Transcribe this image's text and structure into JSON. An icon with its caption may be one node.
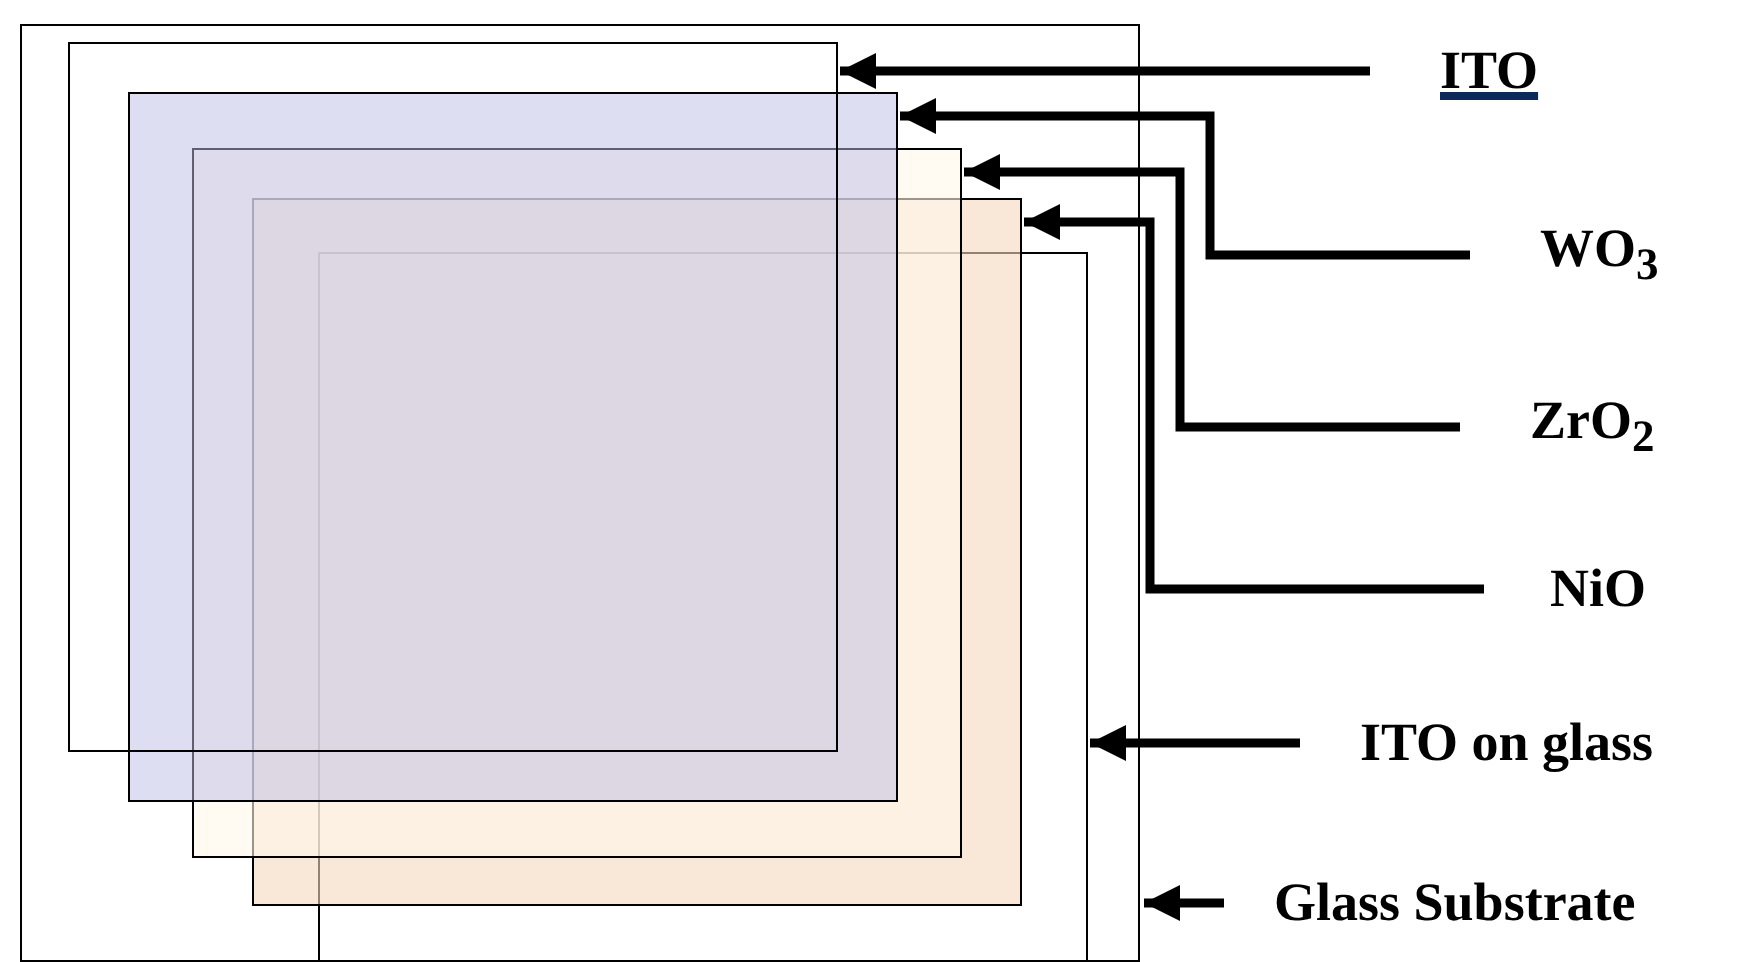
{
  "diagram": {
    "nodes": [
      {
        "text": [],
        "shape": "box"
      },
      {
        "text": [],
        "shape": "box",
        "in": 0
      },
      {
        "text": [],
        "shape": "box",
        "in": 0
      },
      {
        "text": [],
        "shape": "box",
        "in": 0
      },
      {
        "text": [],
        "shape": "box",
        "in": 0
      },
      {
        "text": [],
        "shape": "box",
        "in": 0
      },
      {
        "text": [
          "ITO"
        ]
      },
      {
        "text": [
          "WO$_{3}$"
        ]
      },
      {
        "text": [
          "ZrO$_{2}$"
        ]
      },
      {
        "text": [
          "NiO"
        ]
      },
      {
        "text": [
          "ITO on glass"
        ]
      },
      {
        "text": [
          "Glass Substrate"
        ]
      }
    ],
    "edges": [
      {
        "from": 6,
        "to": 1,
        "arrow": "to"
      },
      {
        "from": 7,
        "to": 2,
        "arrow": "to"
      },
      {
        "from": 8,
        "to": 3,
        "arrow": "to"
      },
      {
        "from": 9,
        "to": 4,
        "arrow": "to"
      },
      {
        "from": 10,
        "to": 5,
        "arrow": "to"
      },
      {
        "from": 11,
        "to": 0,
        "arrow": "to"
      }
    ]
  }
}
